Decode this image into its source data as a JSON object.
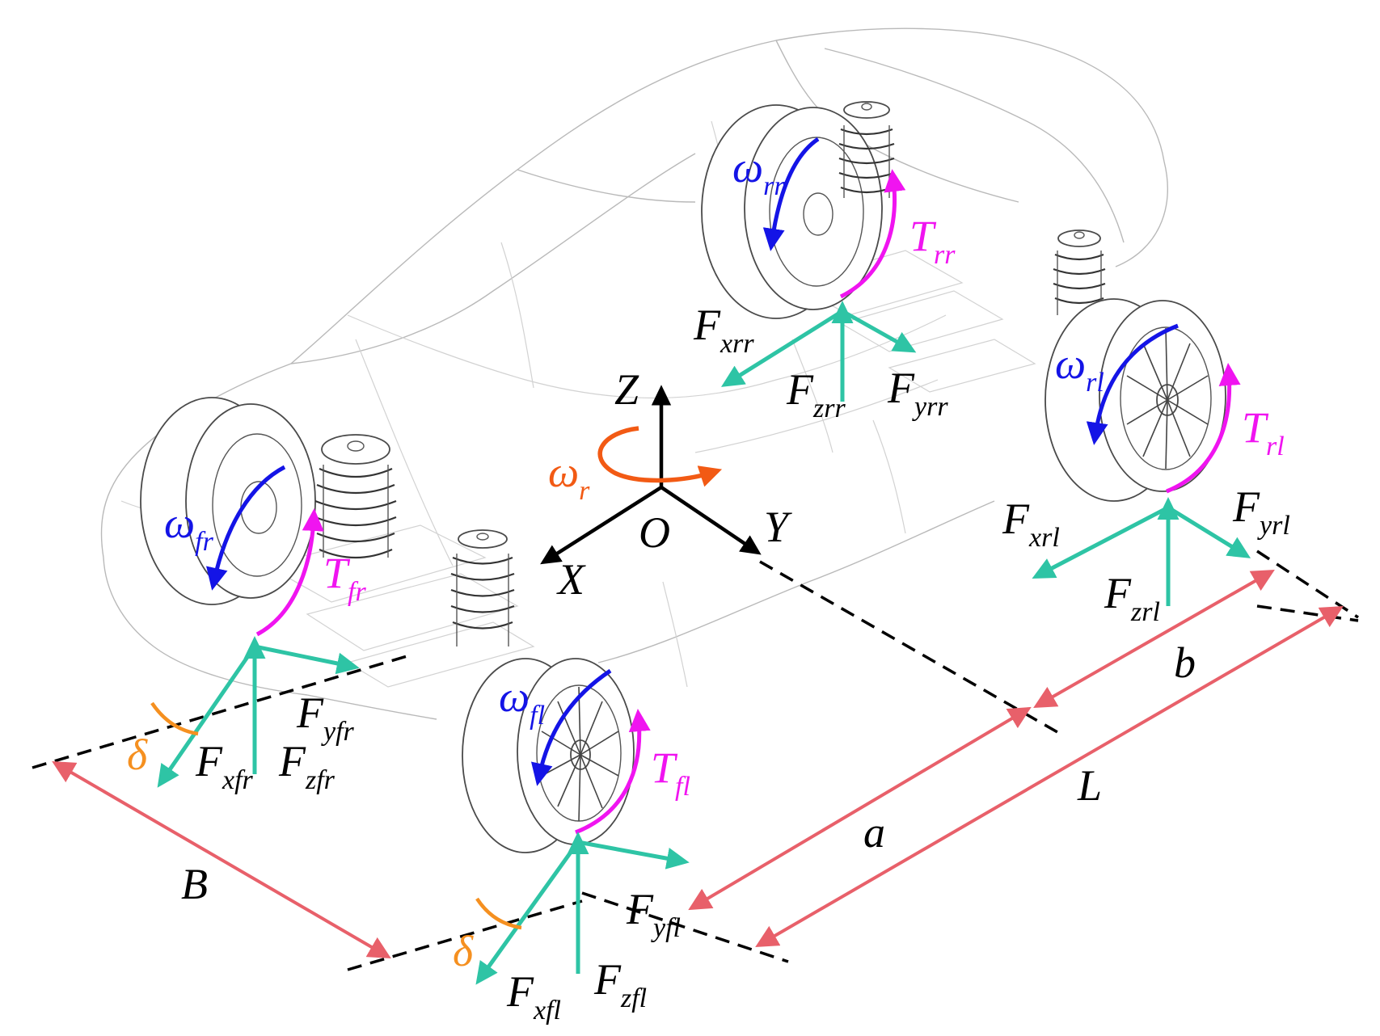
{
  "axes": {
    "x_label": "X",
    "y_label": "Y",
    "z_label": "Z",
    "origin_label": "O",
    "yaw_rate": {
      "main": "ω",
      "sub": "r"
    }
  },
  "wheels": {
    "front_right": {
      "omega": {
        "main": "ω",
        "sub": "fr"
      },
      "torque": {
        "main": "T",
        "sub": "fr"
      },
      "fx": {
        "main": "F",
        "sub": "xfr"
      },
      "fy": {
        "main": "F",
        "sub": "yfr"
      },
      "fz": {
        "main": "F",
        "sub": "zfr"
      },
      "steer_angle": "δ"
    },
    "front_left": {
      "omega": {
        "main": "ω",
        "sub": "fl"
      },
      "torque": {
        "main": "T",
        "sub": "fl"
      },
      "fx": {
        "main": "F",
        "sub": "xfl"
      },
      "fy": {
        "main": "F",
        "sub": "yfl"
      },
      "fz": {
        "main": "F",
        "sub": "zfl"
      },
      "steer_angle": "δ"
    },
    "rear_right": {
      "omega": {
        "main": "ω",
        "sub": "rr"
      },
      "torque": {
        "main": "T",
        "sub": "rr"
      },
      "fx": {
        "main": "F",
        "sub": "xrr"
      },
      "fy": {
        "main": "F",
        "sub": "yrr"
      },
      "fz": {
        "main": "F",
        "sub": "zrr"
      }
    },
    "rear_left": {
      "omega": {
        "main": "ω",
        "sub": "rl"
      },
      "torque": {
        "main": "T",
        "sub": "rl"
      },
      "fx": {
        "main": "F",
        "sub": "xrl"
      },
      "fy": {
        "main": "F",
        "sub": "yrl"
      },
      "fz": {
        "main": "F",
        "sub": "zrl"
      }
    }
  },
  "dimensions": {
    "track_width": "B",
    "front_to_cg": "a",
    "cg_to_rear": "b",
    "wheelbase": "L"
  },
  "colors": {
    "force": "#2ec4a5",
    "omega": "#1414e6",
    "torque": "#f014f0",
    "yaw": "#f25a14",
    "steer": "#f59020",
    "dimension": "#e8606a",
    "axis": "#000000"
  }
}
